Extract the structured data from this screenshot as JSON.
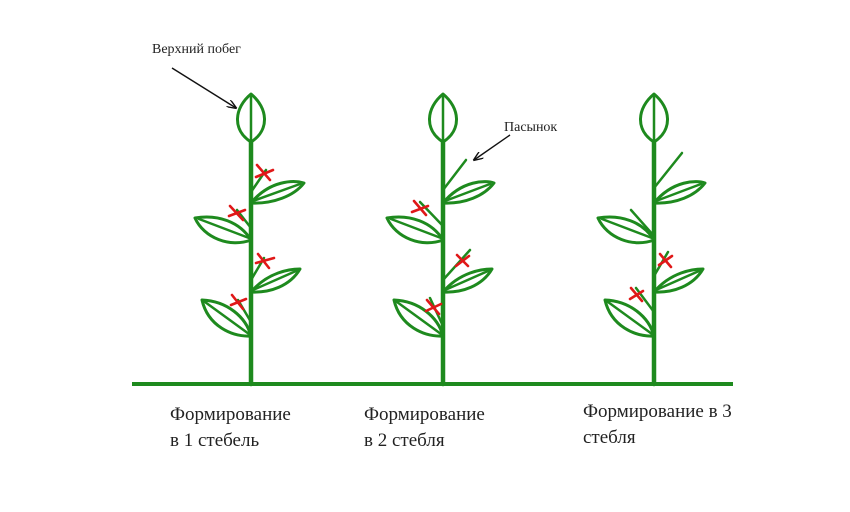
{
  "labels": {
    "top_shoot": "Верхний побег",
    "stepson": "Пасынок"
  },
  "captions": [
    {
      "line1": "Формирование",
      "line2": "в 1 стебель"
    },
    {
      "line1": "Формирование",
      "line2": "в 2 стебля"
    },
    {
      "line1": "Формирование в 3",
      "line2": "стебля"
    }
  ],
  "colors": {
    "plant": "#1e8a1e",
    "removed_mark": "#e01818",
    "ground": "#1e8a1e",
    "text": "#222222",
    "arrow": "#111111"
  }
}
